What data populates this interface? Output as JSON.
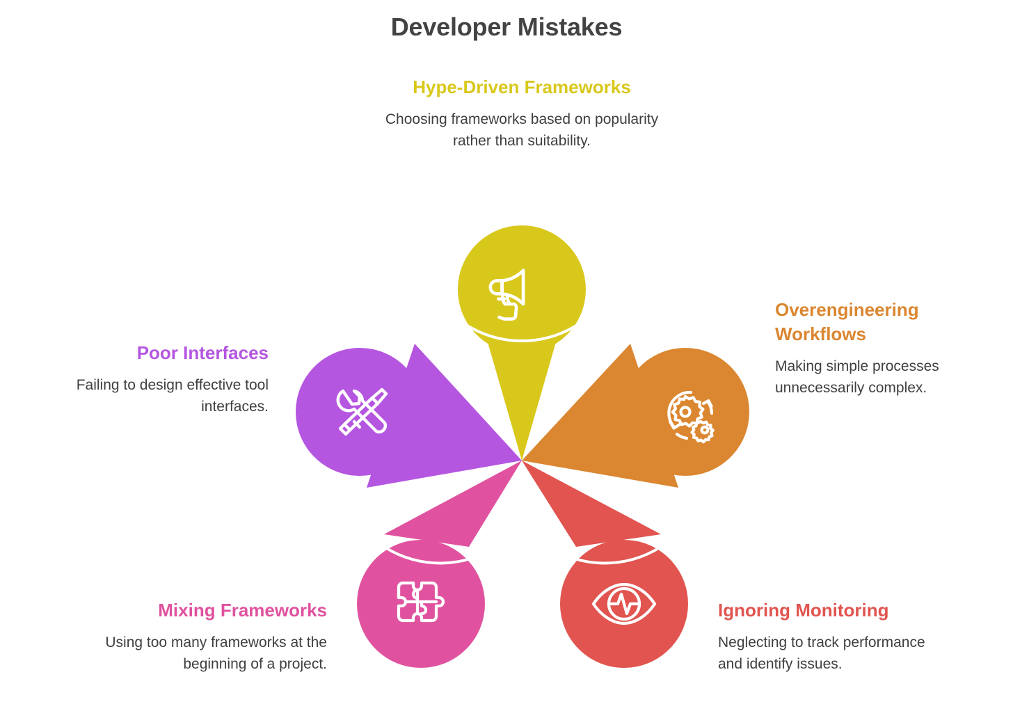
{
  "header": {
    "title": "Developer Mistakes"
  },
  "colors": {
    "background": "#ffffff",
    "title_text": "#434343",
    "body_text": "#3f3f3f",
    "hype": "#D9C81C",
    "overengineering": "#DB8630",
    "monitoring": "#E1544F",
    "mixing": "#E0529F",
    "interfaces": "#B556E0"
  },
  "chart_data": {
    "type": "pie",
    "title": "Developer Mistakes",
    "subtitle": "",
    "legend_position": "around-petals",
    "grid": false,
    "categories": [
      "Hype-Driven Frameworks",
      "Overengineering Workflows",
      "Ignoring Monitoring",
      "Mixing Frameworks",
      "Poor Interfaces"
    ],
    "values": [
      20,
      20,
      20,
      20,
      20
    ],
    "colors": [
      "#D9C81C",
      "#DB8630",
      "#E1544F",
      "#E0529F",
      "#B556E0"
    ],
    "annotations": [
      "Choosing frameworks based on popularity rather than suitability.",
      "Making simple processes unnecessarily complex.",
      "Neglecting to track performance and identify issues.",
      "Using too many frameworks at the beginning of a project.",
      "Failing to design effective tool interfaces."
    ]
  },
  "petals": [
    {
      "id": "hype",
      "title": "Hype-Driven Frameworks",
      "description": "Choosing frameworks based on popularity rather than suitability.",
      "color": "#D9C81C",
      "icon": "megaphone-icon"
    },
    {
      "id": "overengineering",
      "title": "Overengineering Workflows",
      "description": "Making simple processes unnecessarily complex.",
      "color": "#DB8630",
      "icon": "gears-process-icon"
    },
    {
      "id": "monitoring",
      "title": "Ignoring Monitoring",
      "description": "Neglecting to track performance and identify issues.",
      "color": "#E1544F",
      "icon": "eye-pulse-icon"
    },
    {
      "id": "mixing",
      "title": "Mixing Frameworks",
      "description": "Using too many frameworks at the beginning of a project.",
      "color": "#E0529F",
      "icon": "puzzle-icon"
    },
    {
      "id": "interfaces",
      "title": "Poor Interfaces",
      "description": "Failing to design effective tool interfaces.",
      "color": "#B556E0",
      "icon": "tools-icon"
    }
  ]
}
